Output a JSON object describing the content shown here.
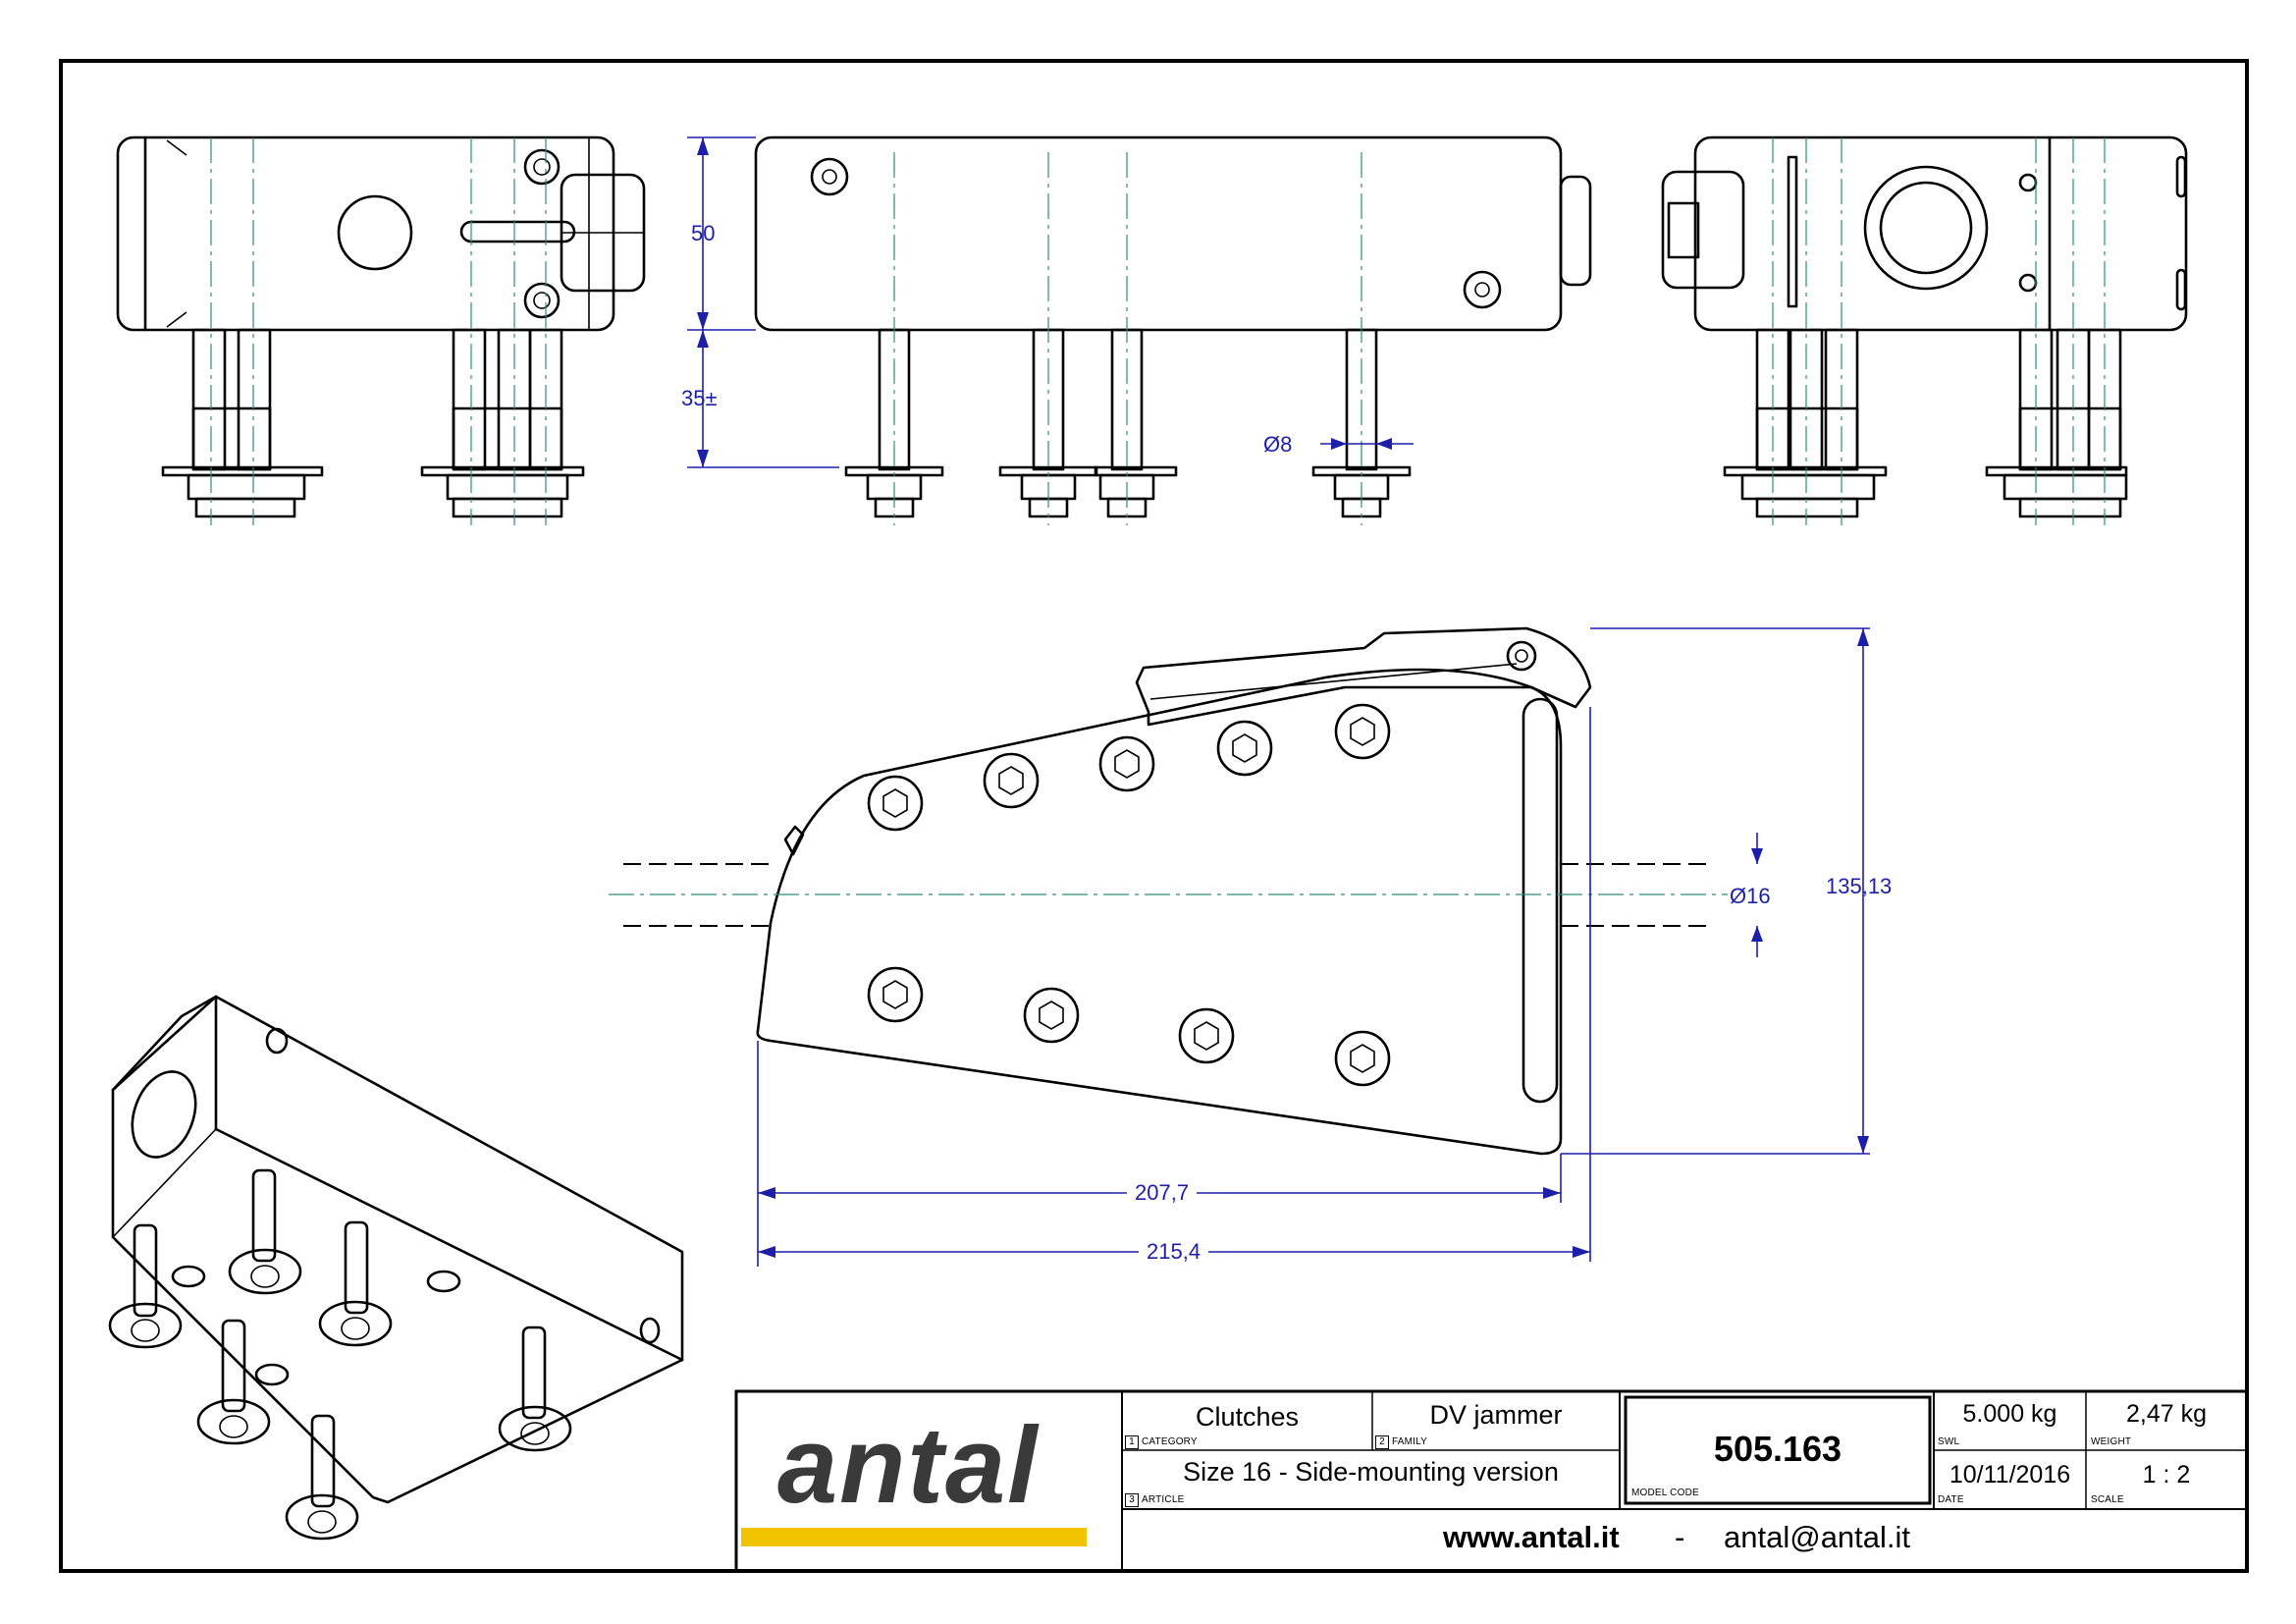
{
  "dimensions": {
    "height_upper": "50",
    "height_lower": "35±",
    "pin_diameter": "Ø8",
    "rope_diameter": "Ø16",
    "total_height": "135,13",
    "length_inner": "207,7",
    "length_outer": "215,4"
  },
  "title_block": {
    "brand": "antal",
    "category": {
      "num": "1",
      "label": "CATEGORY",
      "value": "Clutches"
    },
    "family": {
      "num": "2",
      "label": "FAMILY",
      "value": "DV jammer"
    },
    "article": {
      "num": "3",
      "label": "ARTICLE",
      "value": "Size 16 - Side-mounting version"
    },
    "model_code": {
      "label": "MODEL CODE",
      "value": "505.163"
    },
    "swl": {
      "label": "SWL",
      "value": "5.000 kg"
    },
    "weight": {
      "label": "WEIGHT",
      "value": "2,47 kg"
    },
    "date": {
      "label": "DATE",
      "value": "10/11/2016"
    },
    "scale": {
      "label": "SCALE",
      "value": "1 : 2"
    },
    "website": "www.antal.it",
    "separator": "-",
    "email": "antal@antal.it"
  },
  "colors": {
    "dimension": "#1d1fa8",
    "centerline": "#2f8c7a",
    "brand_yellow": "#f2c400",
    "brand_gray": "#3a3a3a"
  }
}
